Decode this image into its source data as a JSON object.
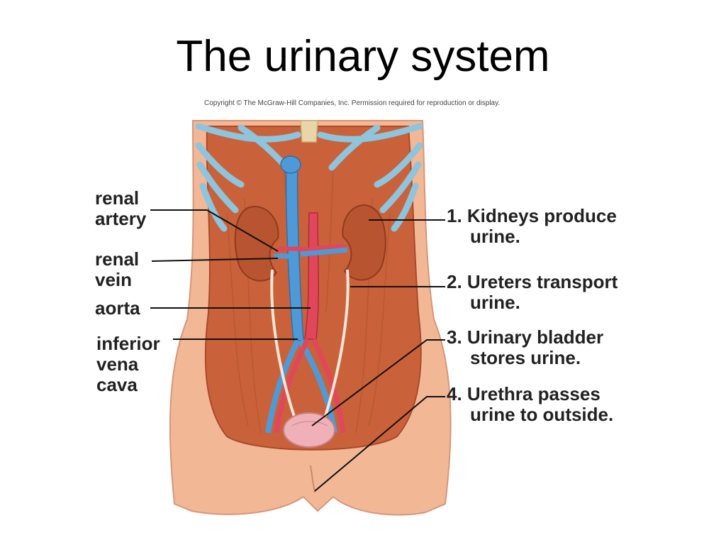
{
  "title": "The urinary system",
  "copyright": "Copyright © The McGraw-Hill Companies, Inc. Permission required for reproduction or display.",
  "left_labels": {
    "renal_artery": [
      "renal",
      "artery"
    ],
    "renal_vein": [
      "renal",
      "vein"
    ],
    "aorta": [
      "aorta"
    ],
    "inferior_vena_cava": [
      "inferior",
      "vena",
      "cava"
    ]
  },
  "right_labels": {
    "kidneys": [
      "1. Kidneys produce",
      "urine."
    ],
    "ureters": [
      "2. Ureters transport",
      "urine."
    ],
    "bladder": [
      "3. Urinary bladder",
      "stores urine."
    ],
    "urethra": [
      "4. Urethra passes",
      "urine to outside."
    ]
  },
  "colors": {
    "skin": "#f2b896",
    "muscle": "#c9623a",
    "kidney": "#b8542f",
    "artery": "#e0475a",
    "vein": "#4f9ad6",
    "rib": "#8ec4dc",
    "bladder": "#f0b0b8"
  }
}
